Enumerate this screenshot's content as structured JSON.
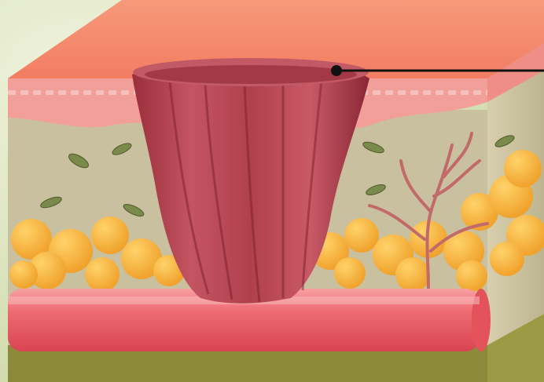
{
  "diagram": {
    "subject": "skin-tissue-cross-section",
    "layers": [
      "epidermis",
      "dermis",
      "subcutaneous-fat",
      "blood-vessel",
      "deep-tissue"
    ],
    "features": [
      "ulcer-crater",
      "capillary-branches",
      "dermal-cells",
      "fat-globules"
    ],
    "pointer_target": "ulcer-crater-rim"
  },
  "colors": {
    "background_light": "#eef2dc",
    "background_mid": "#cfd9a8",
    "epidermis_top": "#f58a6c",
    "epidermis_side": "#f29f9a",
    "dermis": "#c9c0a0",
    "fat": "#f7b23a",
    "fat_highlight": "#ffd36a",
    "vessel": "#ee5d66",
    "vessel_highlight": "#f7a0a3",
    "ulcer": "#b0404c",
    "ulcer_dark": "#7d1f2c",
    "capillary": "#c26a6a",
    "deep_tissue": "#8c8a3a",
    "pointer": "#111111"
  }
}
